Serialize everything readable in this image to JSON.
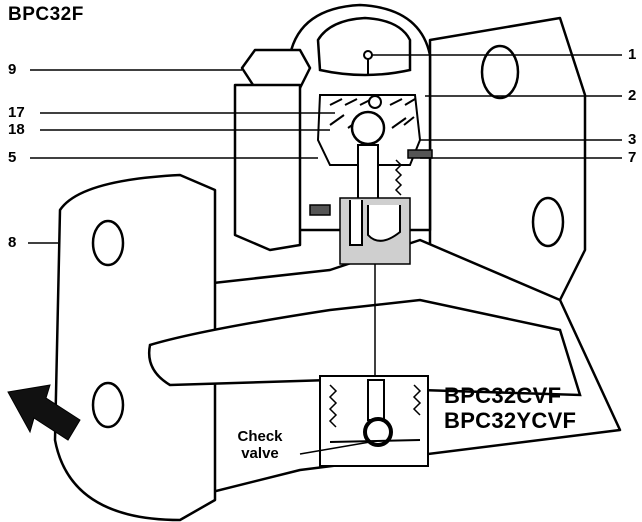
{
  "title": "BPC32F",
  "callouts": {
    "c1": "1",
    "c2": "2",
    "c3": "3",
    "c7": "7",
    "c9": "9",
    "c17": "17",
    "c18": "18",
    "c5": "5",
    "c8": "8"
  },
  "variant_labels": [
    "BPC32CVF",
    "BPC32YCVF"
  ],
  "check_valve_label": [
    "Check",
    "valve"
  ],
  "colors": {
    "ink": "#000000",
    "body": "#ffffff",
    "shade": "#cfcfcf",
    "sensor": "#bdbdbd"
  },
  "icons": {
    "flow": "flow-direction-arrow-icon"
  }
}
